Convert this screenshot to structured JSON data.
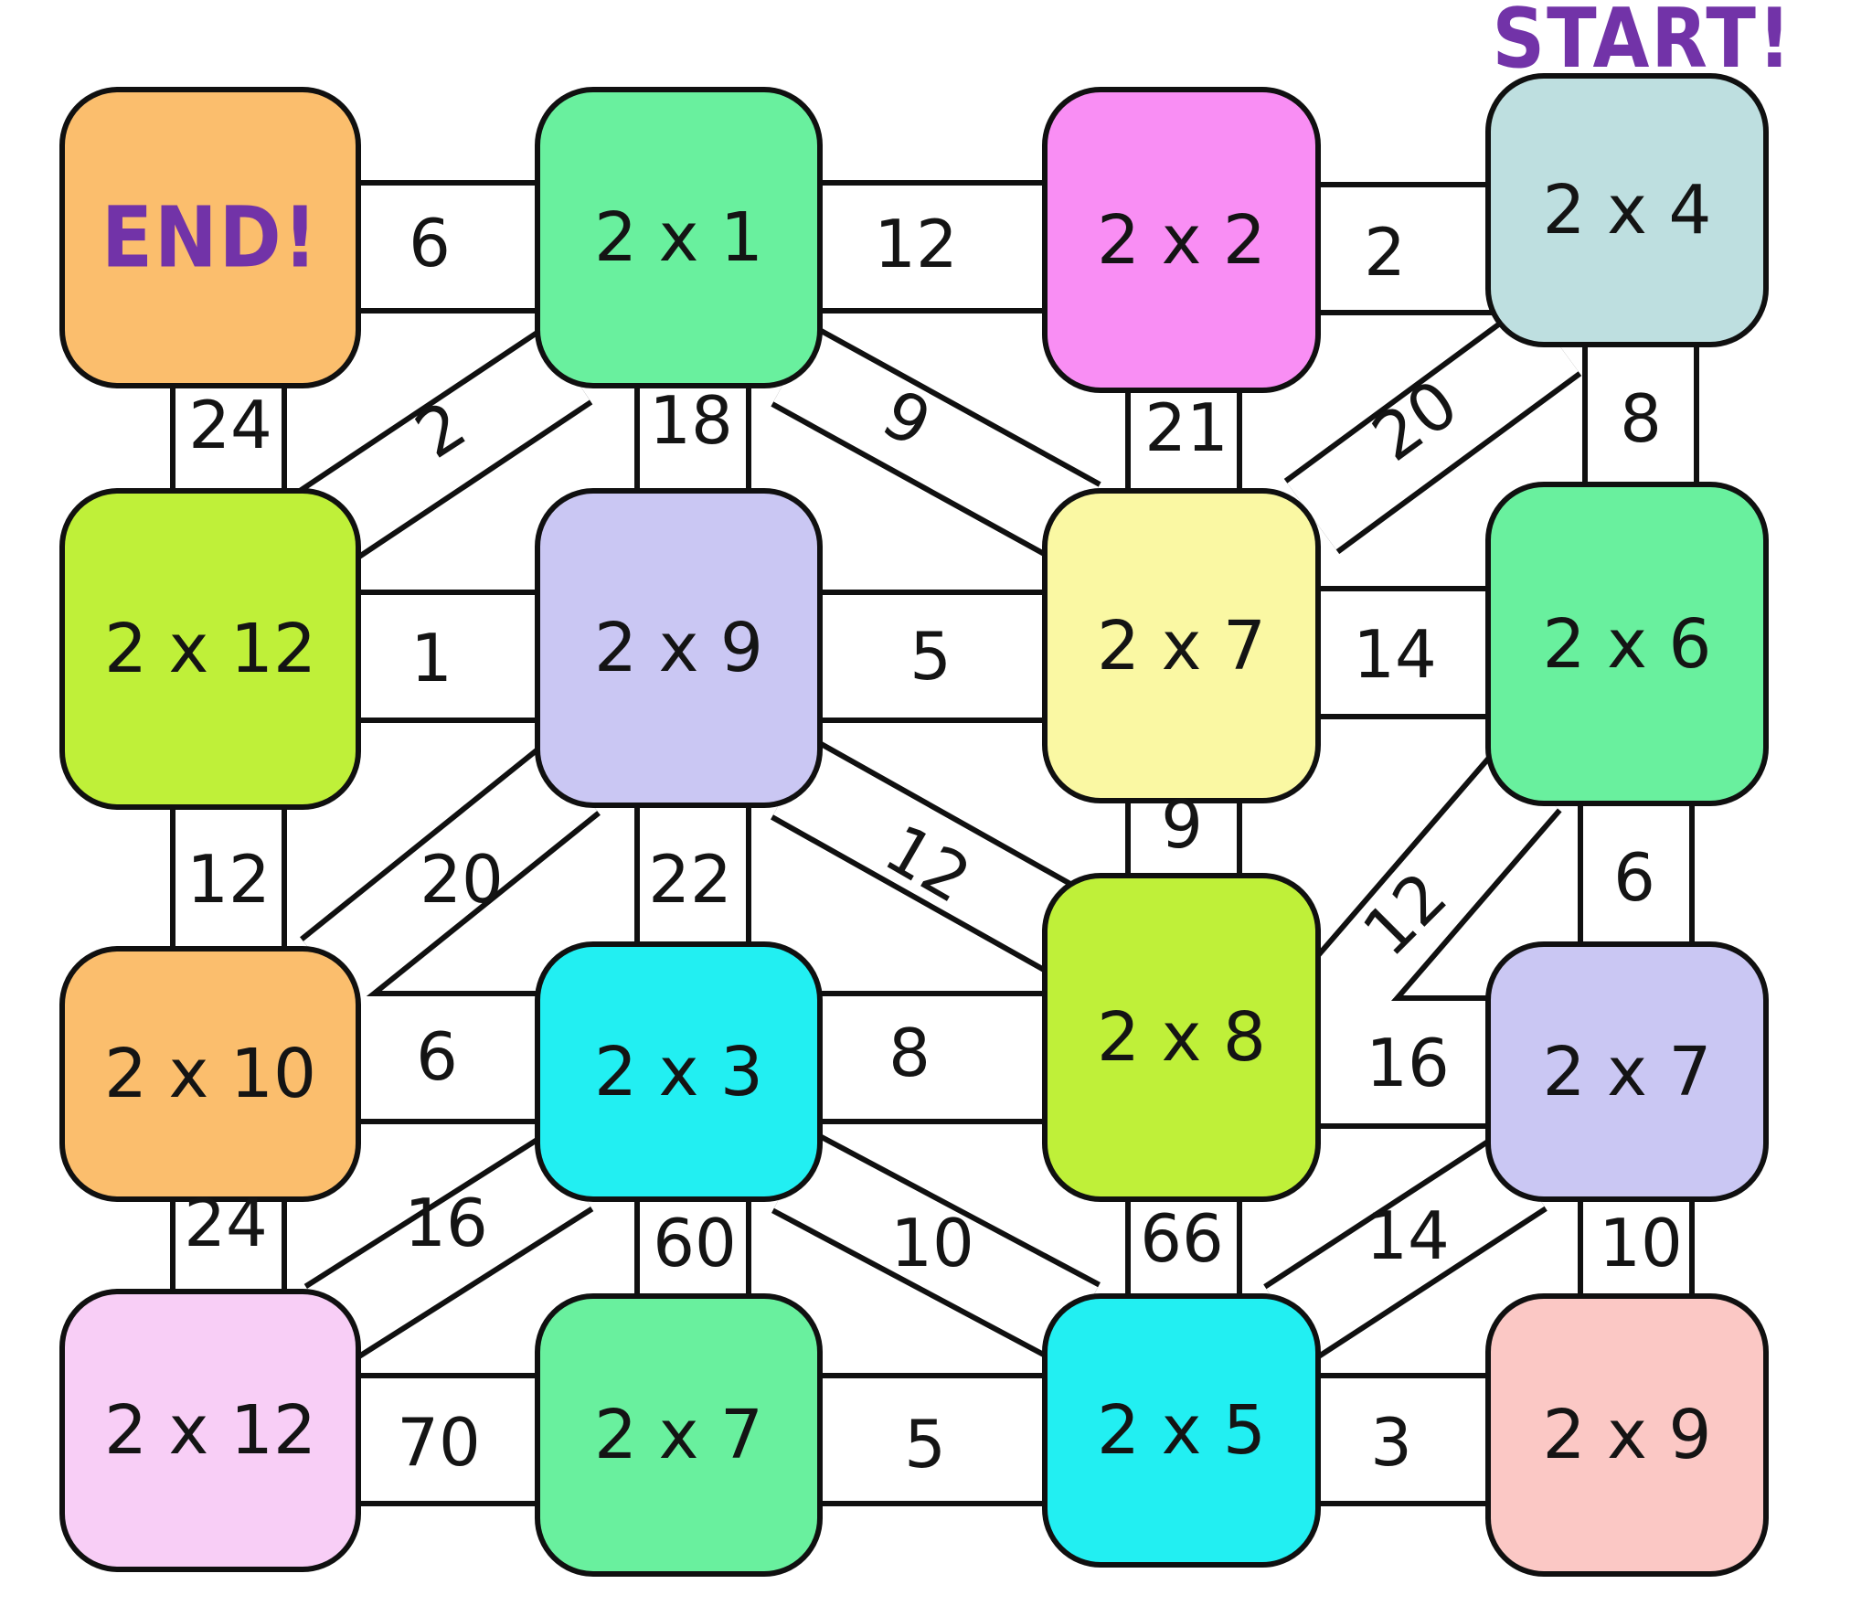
{
  "banner": {
    "start": "START!",
    "accent_color": "#7233A8"
  },
  "palette": {
    "background": "#ffffff",
    "band_fill": "#ffffff",
    "line_color": "#101010",
    "text_color": "#141414"
  },
  "nodes": [
    {
      "id": "r1c1",
      "label": "END!",
      "color": "#FBBE6D",
      "role": "end"
    },
    {
      "id": "r1c2",
      "label": "2 x 1",
      "color": "#69F09E",
      "role": "cell"
    },
    {
      "id": "r1c3",
      "label": "2 x 2",
      "color": "#F98EF4",
      "role": "cell"
    },
    {
      "id": "r1c4",
      "label": "2 x 4",
      "color": "#BEDFE0",
      "role": "start"
    },
    {
      "id": "r2c1",
      "label": "2 x 12",
      "color": "#BFF039",
      "role": "cell"
    },
    {
      "id": "r2c2",
      "label": "2 x 9",
      "color": "#CAC7F3",
      "role": "cell"
    },
    {
      "id": "r2c3",
      "label": "2 x 7",
      "color": "#FAF8A3",
      "role": "cell"
    },
    {
      "id": "r2c4",
      "label": "2 x 6",
      "color": "#69F09E",
      "role": "cell"
    },
    {
      "id": "r3c1",
      "label": "2 x 10",
      "color": "#FBBE6D",
      "role": "cell"
    },
    {
      "id": "r3c2",
      "label": "2 x 3",
      "color": "#22EFF2",
      "role": "cell"
    },
    {
      "id": "r3c3",
      "label": "2 x 8",
      "color": "#BFF039",
      "role": "cell"
    },
    {
      "id": "r3c4",
      "label": "2 x 7",
      "color": "#CAC7F3",
      "role": "cell"
    },
    {
      "id": "r4c1",
      "label": "2 x 12",
      "color": "#F8CEF6",
      "role": "cell"
    },
    {
      "id": "r4c2",
      "label": "2 x 7",
      "color": "#69F09E",
      "role": "cell"
    },
    {
      "id": "r4c3",
      "label": "2 x 5",
      "color": "#22EFF2",
      "role": "cell"
    },
    {
      "id": "r4c4",
      "label": "2 x 9",
      "color": "#FBC8C5",
      "role": "cell"
    }
  ],
  "edges": [
    {
      "from": "r1c1",
      "to": "r1c2",
      "label": "6",
      "dir": "h"
    },
    {
      "from": "r1c2",
      "to": "r1c3",
      "label": "12",
      "dir": "h"
    },
    {
      "from": "r1c3",
      "to": "r1c4",
      "label": "2",
      "dir": "h"
    },
    {
      "from": "r2c1",
      "to": "r2c2",
      "label": "1",
      "dir": "h"
    },
    {
      "from": "r2c2",
      "to": "r2c3",
      "label": "5",
      "dir": "h"
    },
    {
      "from": "r2c3",
      "to": "r2c4",
      "label": "14",
      "dir": "h"
    },
    {
      "from": "r3c1",
      "to": "r3c2",
      "label": "6",
      "dir": "h"
    },
    {
      "from": "r3c2",
      "to": "r3c3",
      "label": "8",
      "dir": "h"
    },
    {
      "from": "r3c3",
      "to": "r3c4",
      "label": "16",
      "dir": "h"
    },
    {
      "from": "r4c1",
      "to": "r4c2",
      "label": "70",
      "dir": "h"
    },
    {
      "from": "r4c2",
      "to": "r4c3",
      "label": "5",
      "dir": "h"
    },
    {
      "from": "r4c3",
      "to": "r4c4",
      "label": "3",
      "dir": "h"
    },
    {
      "from": "r1c1",
      "to": "r2c1",
      "label": "24",
      "dir": "v"
    },
    {
      "from": "r1c2",
      "to": "r2c2",
      "label": "18",
      "dir": "v"
    },
    {
      "from": "r1c3",
      "to": "r2c3",
      "label": "21",
      "dir": "v"
    },
    {
      "from": "r1c4",
      "to": "r2c4",
      "label": "8",
      "dir": "v"
    },
    {
      "from": "r2c1",
      "to": "r3c1",
      "label": "12",
      "dir": "v"
    },
    {
      "from": "r2c2",
      "to": "r3c2",
      "label": "22",
      "dir": "v"
    },
    {
      "from": "r2c3",
      "to": "r3c3",
      "label": "9",
      "dir": "v"
    },
    {
      "from": "r2c4",
      "to": "r3c4",
      "label": "6",
      "dir": "v"
    },
    {
      "from": "r3c1",
      "to": "r4c1",
      "label": "24",
      "dir": "v"
    },
    {
      "from": "r3c2",
      "to": "r4c2",
      "label": "60",
      "dir": "v"
    },
    {
      "from": "r3c3",
      "to": "r4c3",
      "label": "66",
      "dir": "v"
    },
    {
      "from": "r3c4",
      "to": "r4c4",
      "label": "10",
      "dir": "v"
    },
    {
      "from": "r2c1",
      "to": "r1c2",
      "label": "2",
      "dir": "diag"
    },
    {
      "from": "r1c2",
      "to": "r2c3",
      "label": "9",
      "dir": "diag"
    },
    {
      "from": "r2c3",
      "to": "r1c4",
      "label": "20",
      "dir": "diag"
    },
    {
      "from": "r3c1",
      "to": "r2c2",
      "label": "20",
      "dir": "diag"
    },
    {
      "from": "r2c2",
      "to": "r3c3",
      "label": "12",
      "dir": "diag"
    },
    {
      "from": "r3c3",
      "to": "r2c4",
      "label": "12",
      "dir": "diag"
    },
    {
      "from": "r4c1",
      "to": "r3c2",
      "label": "16",
      "dir": "diag"
    },
    {
      "from": "r3c2",
      "to": "r4c3",
      "label": "10",
      "dir": "diag"
    },
    {
      "from": "r4c3",
      "to": "r3c4",
      "label": "14",
      "dir": "diag"
    }
  ]
}
